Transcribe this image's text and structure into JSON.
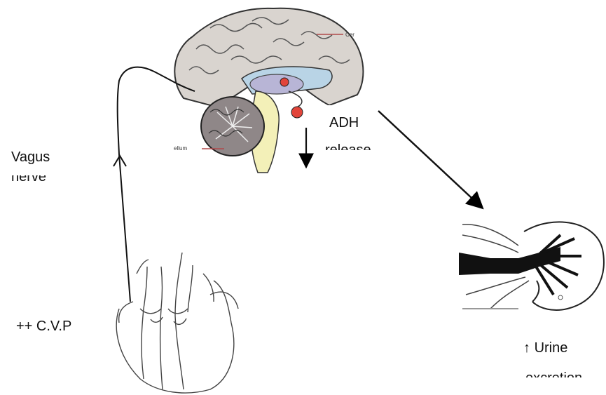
{
  "labels": {
    "vagus": "Vagus",
    "vagus_cut": "nerve",
    "adh": "ADH",
    "adh_cut": "release",
    "cvp": "++ C.V.P",
    "urine_arrow": "↑",
    "urine": "Urine",
    "urine_cut": "excretion"
  },
  "brain_labels": {
    "cer": "Cer",
    "ellum": "ellum"
  },
  "colors": {
    "brain": "#d9d4cf",
    "cerebellum": "#8f8788",
    "ventricle": "#b9d4e6",
    "brainstem": "#f3f0b8",
    "nuclei": "#e2443a",
    "marker": "#b0494a"
  }
}
